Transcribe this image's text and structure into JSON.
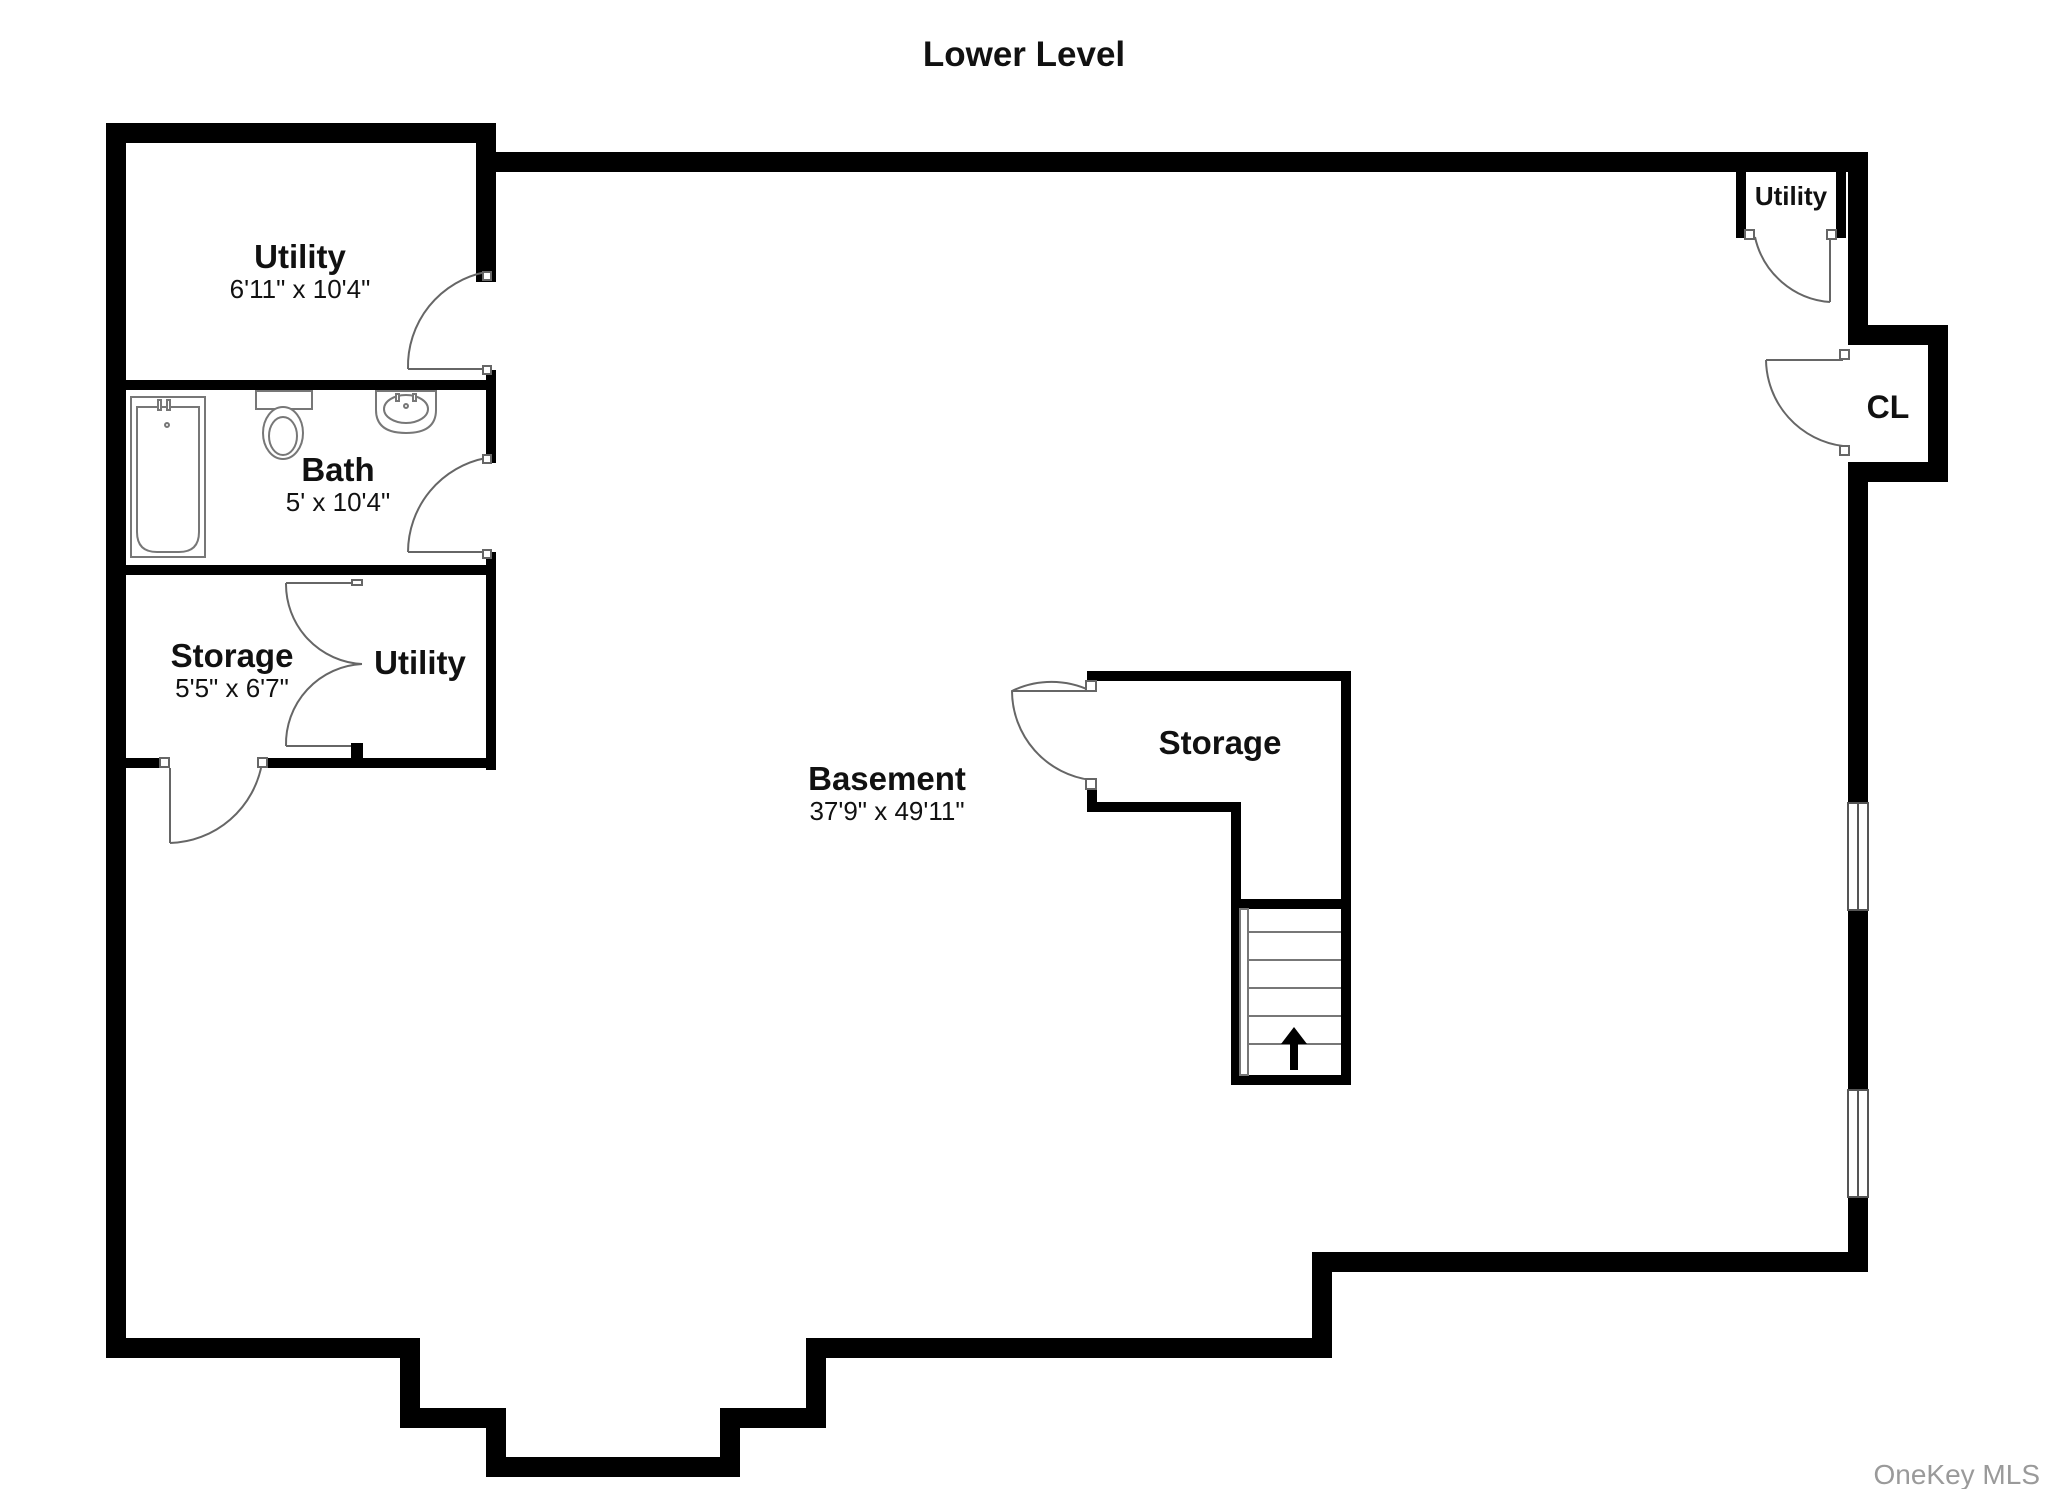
{
  "title": "Lower Level",
  "watermark": "OneKey MLS",
  "colors": {
    "wall": "#000000",
    "fixture": "#666666",
    "background": "#ffffff"
  },
  "rooms": {
    "utility_top": {
      "name": "Utility",
      "size": "6'11\" x 10'4\""
    },
    "bath": {
      "name": "Bath",
      "size": "5' x 10'4\""
    },
    "storage_left": {
      "name": "Storage",
      "size": "5'5\" x 6'7\""
    },
    "utility_mid": {
      "name": "Utility"
    },
    "basement": {
      "name": "Basement",
      "size": "37'9\" x 49'11\""
    },
    "storage_center": {
      "name": "Storage"
    },
    "utility_corner": {
      "name": "Utility"
    },
    "closet": {
      "name": "CL"
    }
  },
  "icons": [
    "door-swing-icon",
    "bathtub-icon",
    "toilet-icon",
    "sink-icon",
    "stair-up-arrow-icon",
    "window-icon"
  ]
}
